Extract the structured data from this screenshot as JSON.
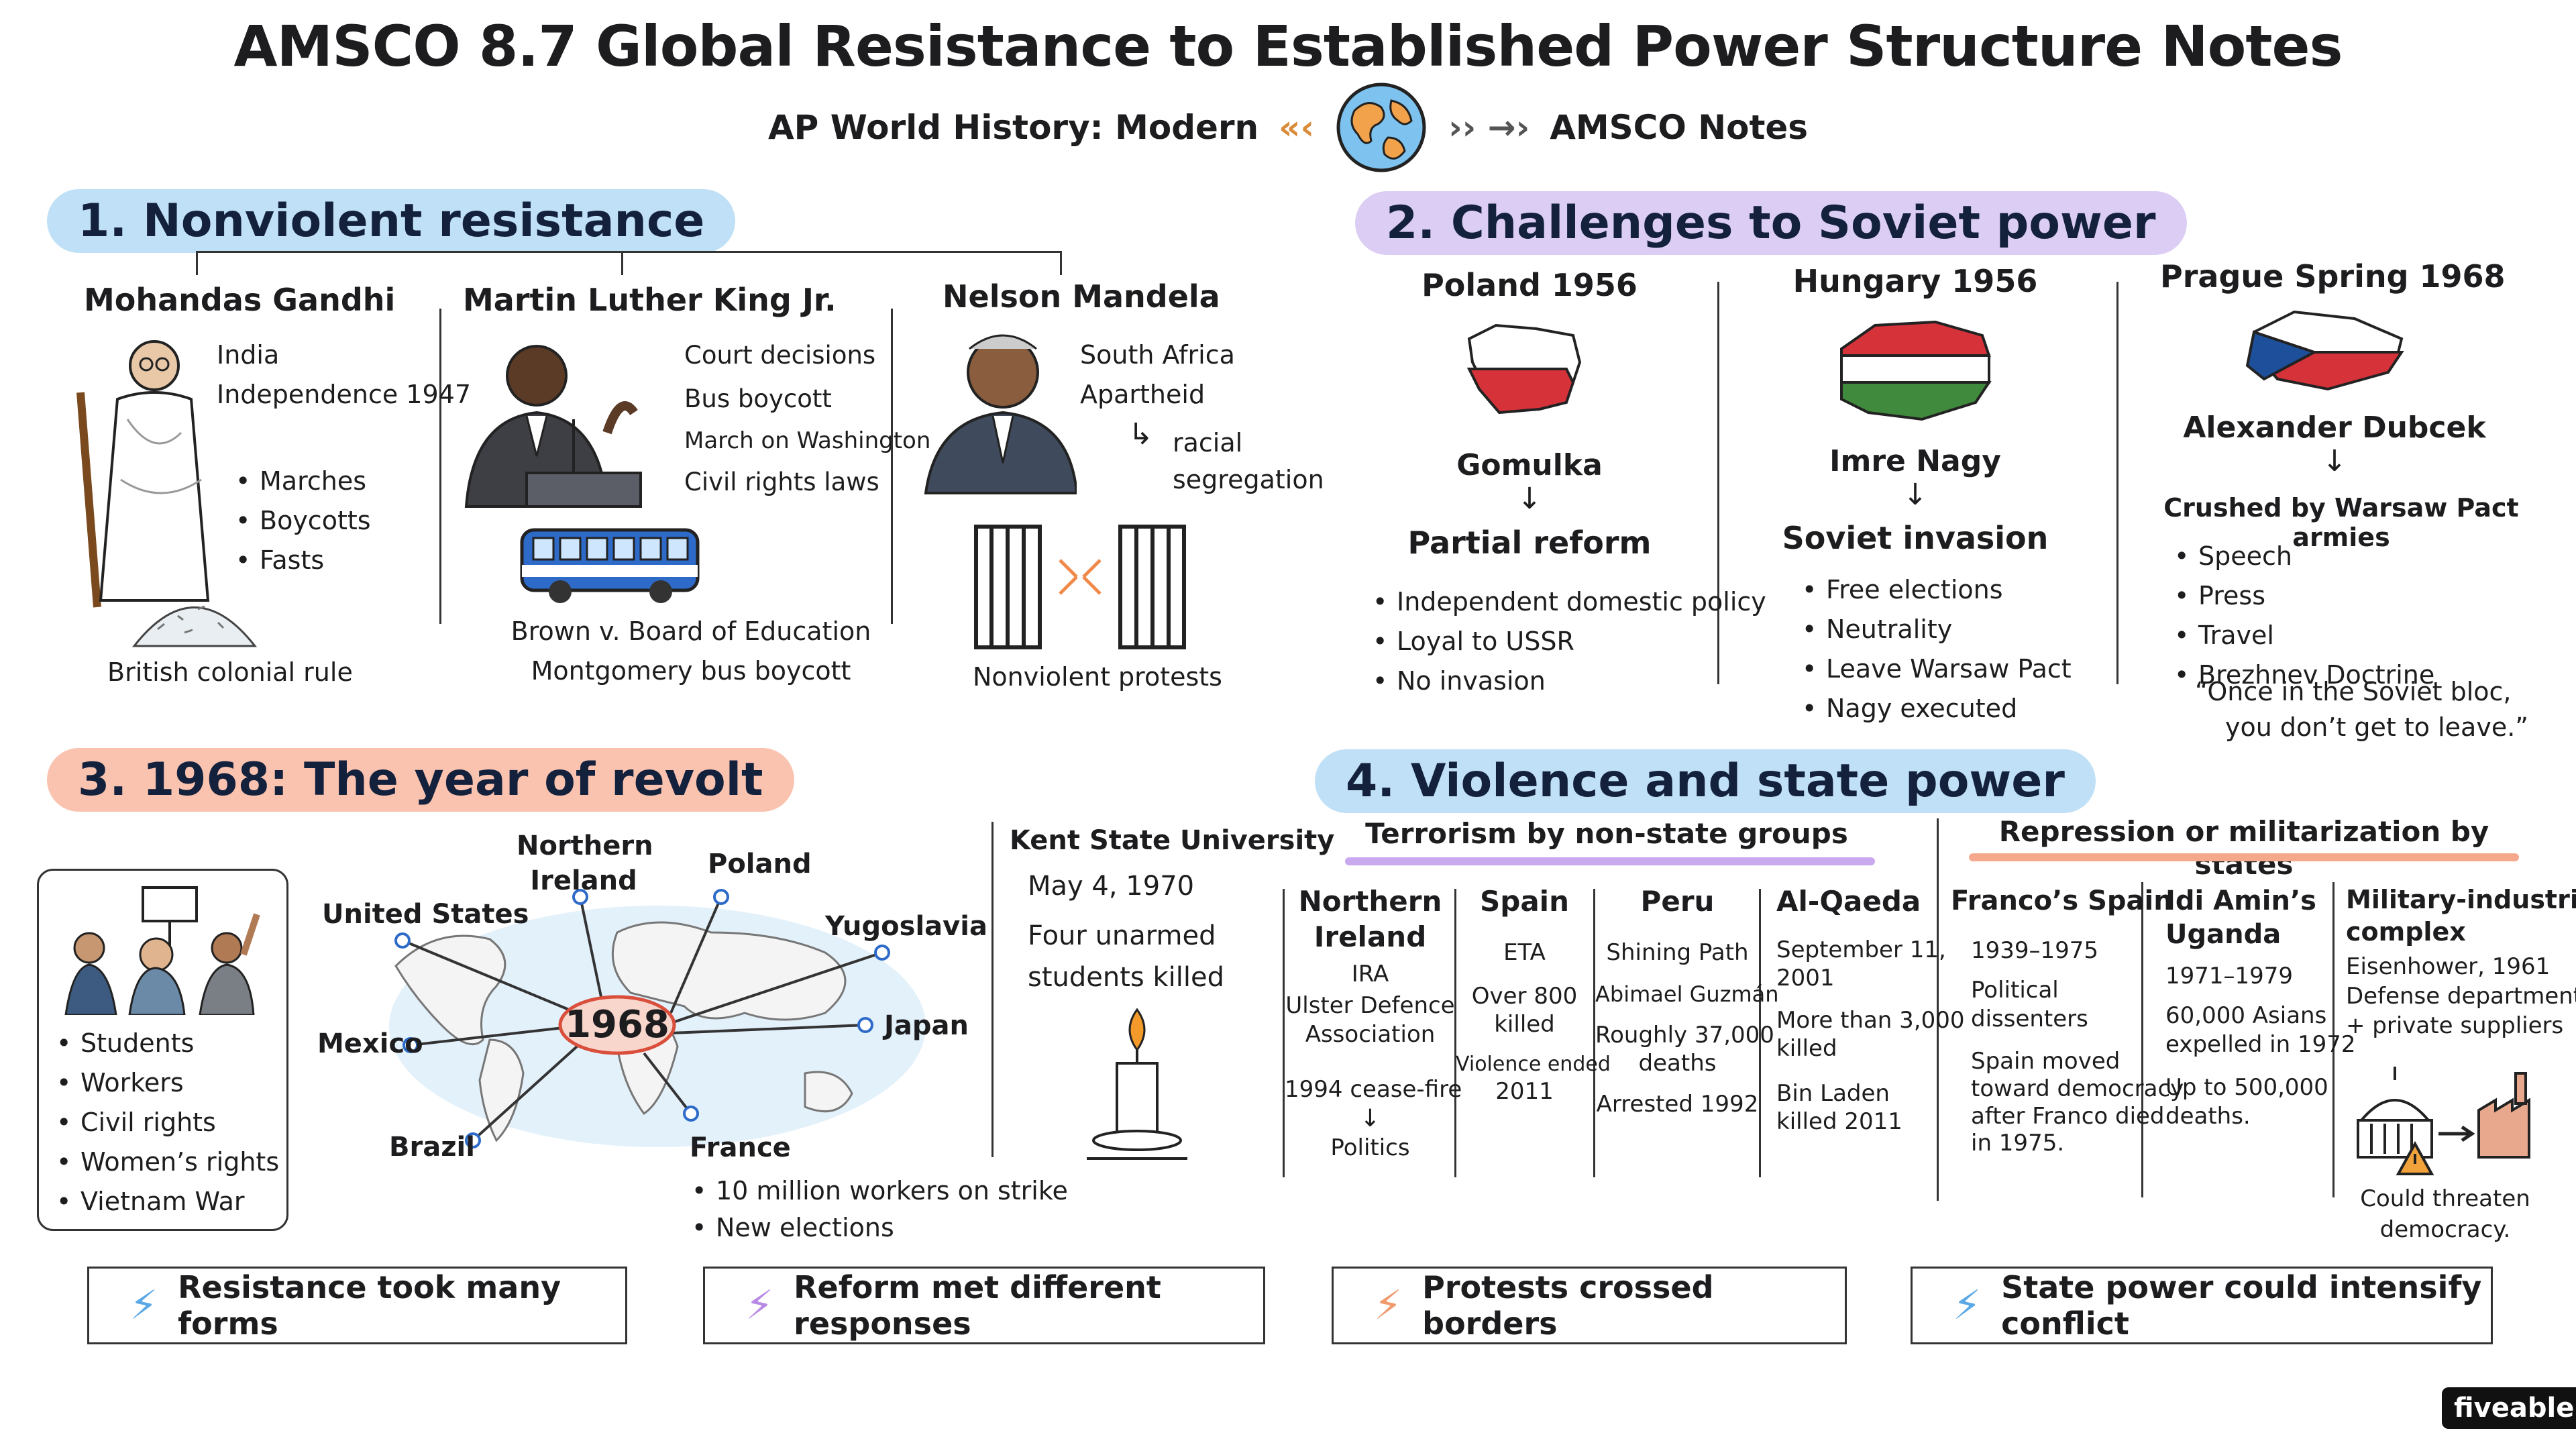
{
  "header": {
    "title": "AMSCO 8.7 Global Resistance to Established Power Structure Notes",
    "course": "AP World History: Modern",
    "notes": "AMSCO Notes"
  },
  "s1": {
    "title": "1. Nonviolent resistance",
    "gandhi": {
      "name": "Mohandas Gandhi",
      "lines": [
        "India",
        "Independence 1947"
      ],
      "bullets": [
        "Marches",
        "Boycotts",
        "Fasts"
      ],
      "caption": "British colonial rule"
    },
    "mlk": {
      "name": "Martin Luther King Jr.",
      "lines": [
        "Court decisions",
        "Bus boycott",
        "March on Washington",
        "Civil rights laws"
      ],
      "caption1": "Brown v. Board of Education",
      "caption2": "Montgomery bus boycott"
    },
    "mandela": {
      "name": "Nelson Mandela",
      "lines": [
        "South Africa",
        "Apartheid"
      ],
      "sub": [
        "racial",
        "segregation"
      ],
      "caption": "Nonviolent protests"
    }
  },
  "s2": {
    "title": "2. Challenges to Soviet power",
    "poland": {
      "name": "Poland 1956",
      "leader": "Gomulka",
      "result": "Partial reform",
      "bullets": [
        "Independent domestic policy",
        "Loyal to USSR",
        "No invasion"
      ]
    },
    "hungary": {
      "name": "Hungary 1956",
      "leader": "Imre Nagy",
      "result": "Soviet invasion",
      "bullets": [
        "Free elections",
        "Neutrality",
        "Leave Warsaw Pact",
        "Nagy executed"
      ]
    },
    "prague": {
      "name": "Prague Spring 1968",
      "leader": "Alexander Dubcek",
      "result": "Crushed by Warsaw Pact armies",
      "bullets": [
        "Speech",
        "Press",
        "Travel",
        "Brezhnev Doctrine"
      ],
      "quote1": "“Once in the Soviet bloc,",
      "quote2": "you don’t get to leave.”"
    }
  },
  "s3": {
    "title": "3. 1968: The year of revolt",
    "groups": [
      "Students",
      "Workers",
      "Civil rights",
      "Women’s rights",
      "Vietnam War"
    ],
    "map_center": "1968",
    "places": {
      "us": "United States",
      "ni1": "Northern",
      "ni2": "Ireland",
      "poland": "Poland",
      "yugo": "Yugoslavia",
      "mexico": "Mexico",
      "japan": "Japan",
      "brazil": "Brazil",
      "france": "France"
    },
    "france_bullets": [
      "10 million workers on strike",
      "New elections"
    ],
    "kent": {
      "title": "Kent State University",
      "date": "May 4, 1970",
      "l1": "Four unarmed",
      "l2": "students killed"
    }
  },
  "s4": {
    "title": "4. Violence and state power",
    "terror_head": "Terrorism by non-state groups",
    "repress_head": "Repression or militarization by states",
    "ni": {
      "n1": "Northern",
      "n2": "Ireland",
      "l1": "IRA",
      "l2": "Ulster Defence",
      "l3": "Association",
      "l4": "1994 cease-fire",
      "l5": "Politics"
    },
    "spain": {
      "n": "Spain",
      "l1": "ETA",
      "l2": "Over 800",
      "l3": "killed",
      "l4": "Violence ended",
      "l5": "2011"
    },
    "peru": {
      "n": "Peru",
      "l1": "Shining Path",
      "l2": "Abimael Guzmán",
      "l3": "Roughly 37,000",
      "l4": "deaths",
      "l5": "Arrested 1992"
    },
    "aq": {
      "n": "Al-Qaeda",
      "l1": "September 11,",
      "l2": "2001",
      "l3": "More than 3,000",
      "l4": "killed",
      "l5": "Bin Laden",
      "l6": "killed 2011"
    },
    "franco": {
      "n": "Franco’s Spain",
      "l1": "1939–1975",
      "l2": "Political",
      "l3": "dissenters",
      "l4": "Spain moved",
      "l5": "toward democracy",
      "l6": "after Franco died",
      "l7": "in 1975."
    },
    "amin": {
      "n1": "Idi Amin’s",
      "n2": "Uganda",
      "l1": "1971–1979",
      "l2": "60,000 Asians",
      "l3": "expelled in 1972",
      "l4": "Up to 500,000",
      "l5": "deaths."
    },
    "mic": {
      "n1": "Military-industrial",
      "n2": "complex",
      "l1": "Eisenhower, 1961",
      "l2": "Defense departments",
      "l3": "+ private suppliers",
      "l4": "Could threaten",
      "l5": "democracy."
    }
  },
  "takeaways": [
    "Resistance took many forms",
    "Reform met different responses",
    "Protests crossed borders",
    "State power could intensify conflict"
  ],
  "brand": "fiveable",
  "colors": {
    "blue": "#bfe0f6",
    "purple": "#dccdf5",
    "salmon": "#fac3b0"
  }
}
